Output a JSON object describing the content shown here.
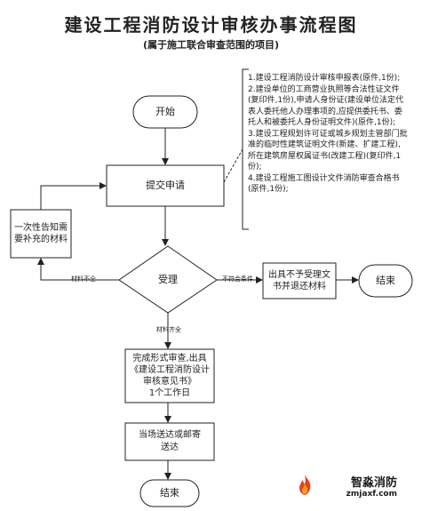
{
  "title": "建设工程消防设计审核办事流程图",
  "subtitle": "(属于施工联合审查范围的项目)",
  "nodes": {
    "start": "开始",
    "submit": "提交申请",
    "supplement": "一次性告知需要补充的材料",
    "accept": "受理",
    "reject": "出具不予受理文书并退还材料",
    "end_right": "结束",
    "review": [
      "完成形式审查,出具",
      "《建设工程消防设计",
      "审核意见书》",
      "1个工作日"
    ],
    "deliver": [
      "当场送达或邮寄",
      "送达"
    ],
    "end_bottom": "结束"
  },
  "labels": {
    "incomplete": "材料不全",
    "not_qualified": "不符合条件",
    "complete": "材料齐全"
  },
  "documents": [
    "1.建设工程消防设计审核申报表(原件,1份);",
    "2.建设单位的工商营业执照等合法性证文件(复印件,1份),申请人身份证(建设单位法定代表人委托他人办理事项的,应提供委托书、委托人和被委托人身份证明文件)(原件,1份);",
    "3.建设工程规划许可证或城乡规划主管部门批准的临时性建筑证明文件(新建、扩建工程),所在建筑房屋权属证书(改建工程)(复印件,1份);",
    "4.建设工程施工图设计文件消防审查合格书(原件,1份);"
  ],
  "watermark": {
    "name": "智淼消防",
    "url": "zmjaxf.com"
  }
}
